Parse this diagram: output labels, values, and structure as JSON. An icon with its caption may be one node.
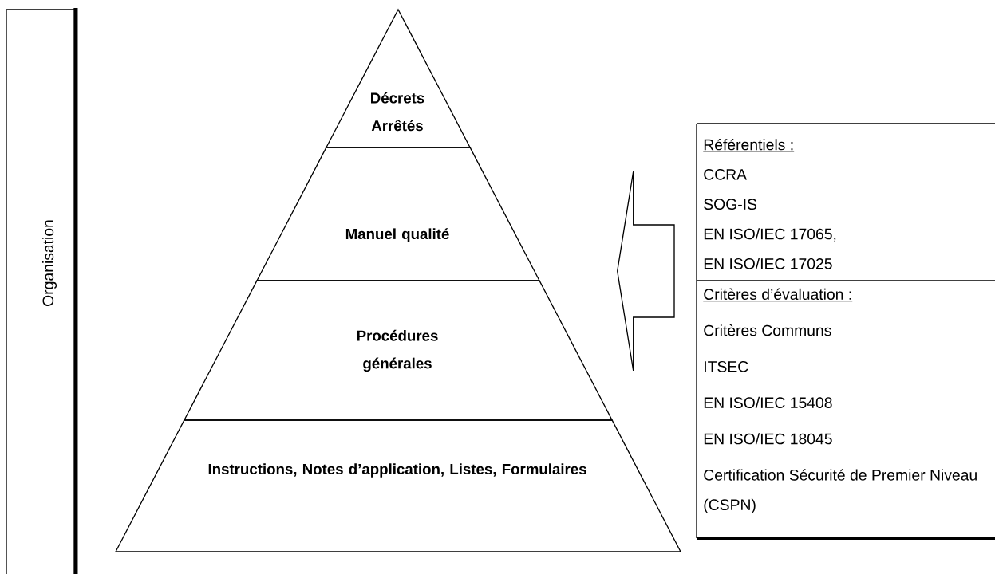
{
  "diagram": {
    "nodes": [
      {
        "text": [
          "Organisation"
        ]
      },
      {
        "text": [
          "Décrets Arrêtés"
        ]
      },
      {
        "text": [
          "Manuel qualité"
        ]
      },
      {
        "text": [
          "Procédures générales"
        ]
      },
      {
        "text": [
          "Instructions, Notes d’application, Listes, Formulaires"
        ]
      },
      {
        "text": [
          "Référentiels :",
          "CCRA",
          "SOG-IS",
          "EN ISO/IEC 17065,",
          "EN ISO/IEC 17025"
        ]
      },
      {
        "text": [
          "Critères d’évaluation :",
          "Critères Communs",
          "ITSEC",
          "EN ISO/IEC 15408",
          "EN ISO/IEC 18045",
          "Certification Sécurité de Premier Niveau (CSPN)"
        ]
      }
    ],
    "edges": [
      {
        "from": 5,
        "to": 2,
        "arrow": "to"
      }
    ]
  }
}
